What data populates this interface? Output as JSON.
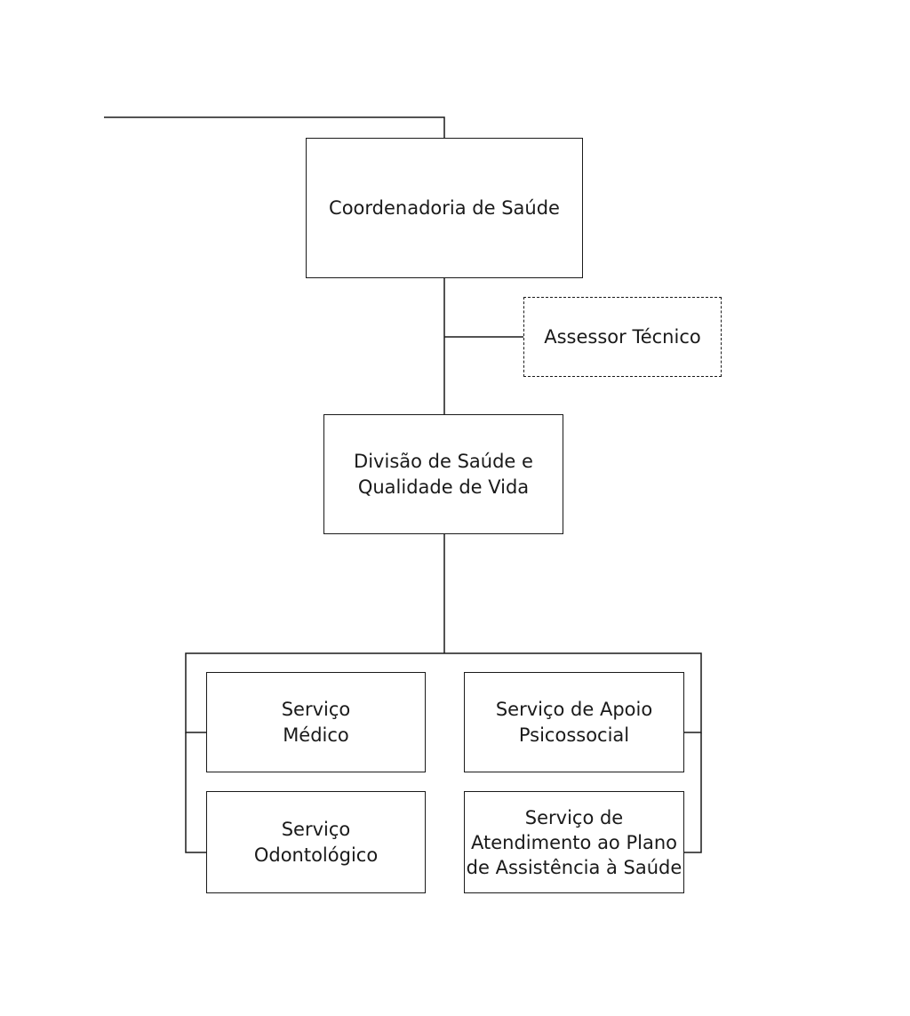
{
  "nodes": {
    "coordenadoria": "Coordenadoria de Saúde",
    "assessor": "Assessor Técnico",
    "divisao": "Divisão de Saúde e Qualidade de Vida",
    "medico": "Serviço Médico",
    "psicossocial": "Serviço de Apoio Psicossocial",
    "odonto": "Serviço Odontológico",
    "plano": "Serviço de Atendimento ao Plano de Assistência à Saúde"
  },
  "colors": {
    "line": "#1a1a1a",
    "background": "#ffffff"
  }
}
